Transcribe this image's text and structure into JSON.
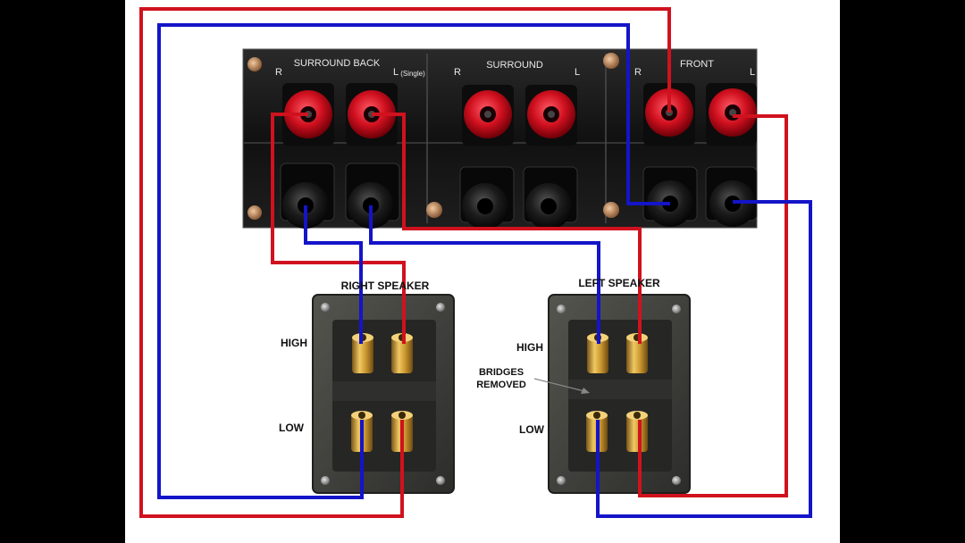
{
  "amplifier": {
    "sections": [
      {
        "name": "SURROUND BACK",
        "right": "R",
        "left": "L",
        "left_note": "(Single)"
      },
      {
        "name": "SURROUND",
        "right": "R",
        "left": "L",
        "left_note": ""
      },
      {
        "name": "FRONT",
        "right": "R",
        "left": "L",
        "left_note": ""
      }
    ]
  },
  "speakers": {
    "right": {
      "title": "RIGHT SPEAKER"
    },
    "left": {
      "title": "LEFT SPEAKER"
    }
  },
  "labels": {
    "high_right": "HIGH",
    "low_right": "LOW",
    "high_left": "HIGH",
    "low_left": "LOW",
    "bridges_line1": "BRIDGES",
    "bridges_line2": "REMOVED"
  },
  "colors": {
    "positive_wire": "#d0121e",
    "negative_wire": "#1414c8",
    "amp_panel": "#1a1a1a",
    "binding_post_red": "#c8102e",
    "binding_post_black": "#151515",
    "terminal_gold": "#c9962e",
    "speaker_plate": "#3a3a38",
    "background": "#ffffff",
    "side_bars": "#000000"
  }
}
